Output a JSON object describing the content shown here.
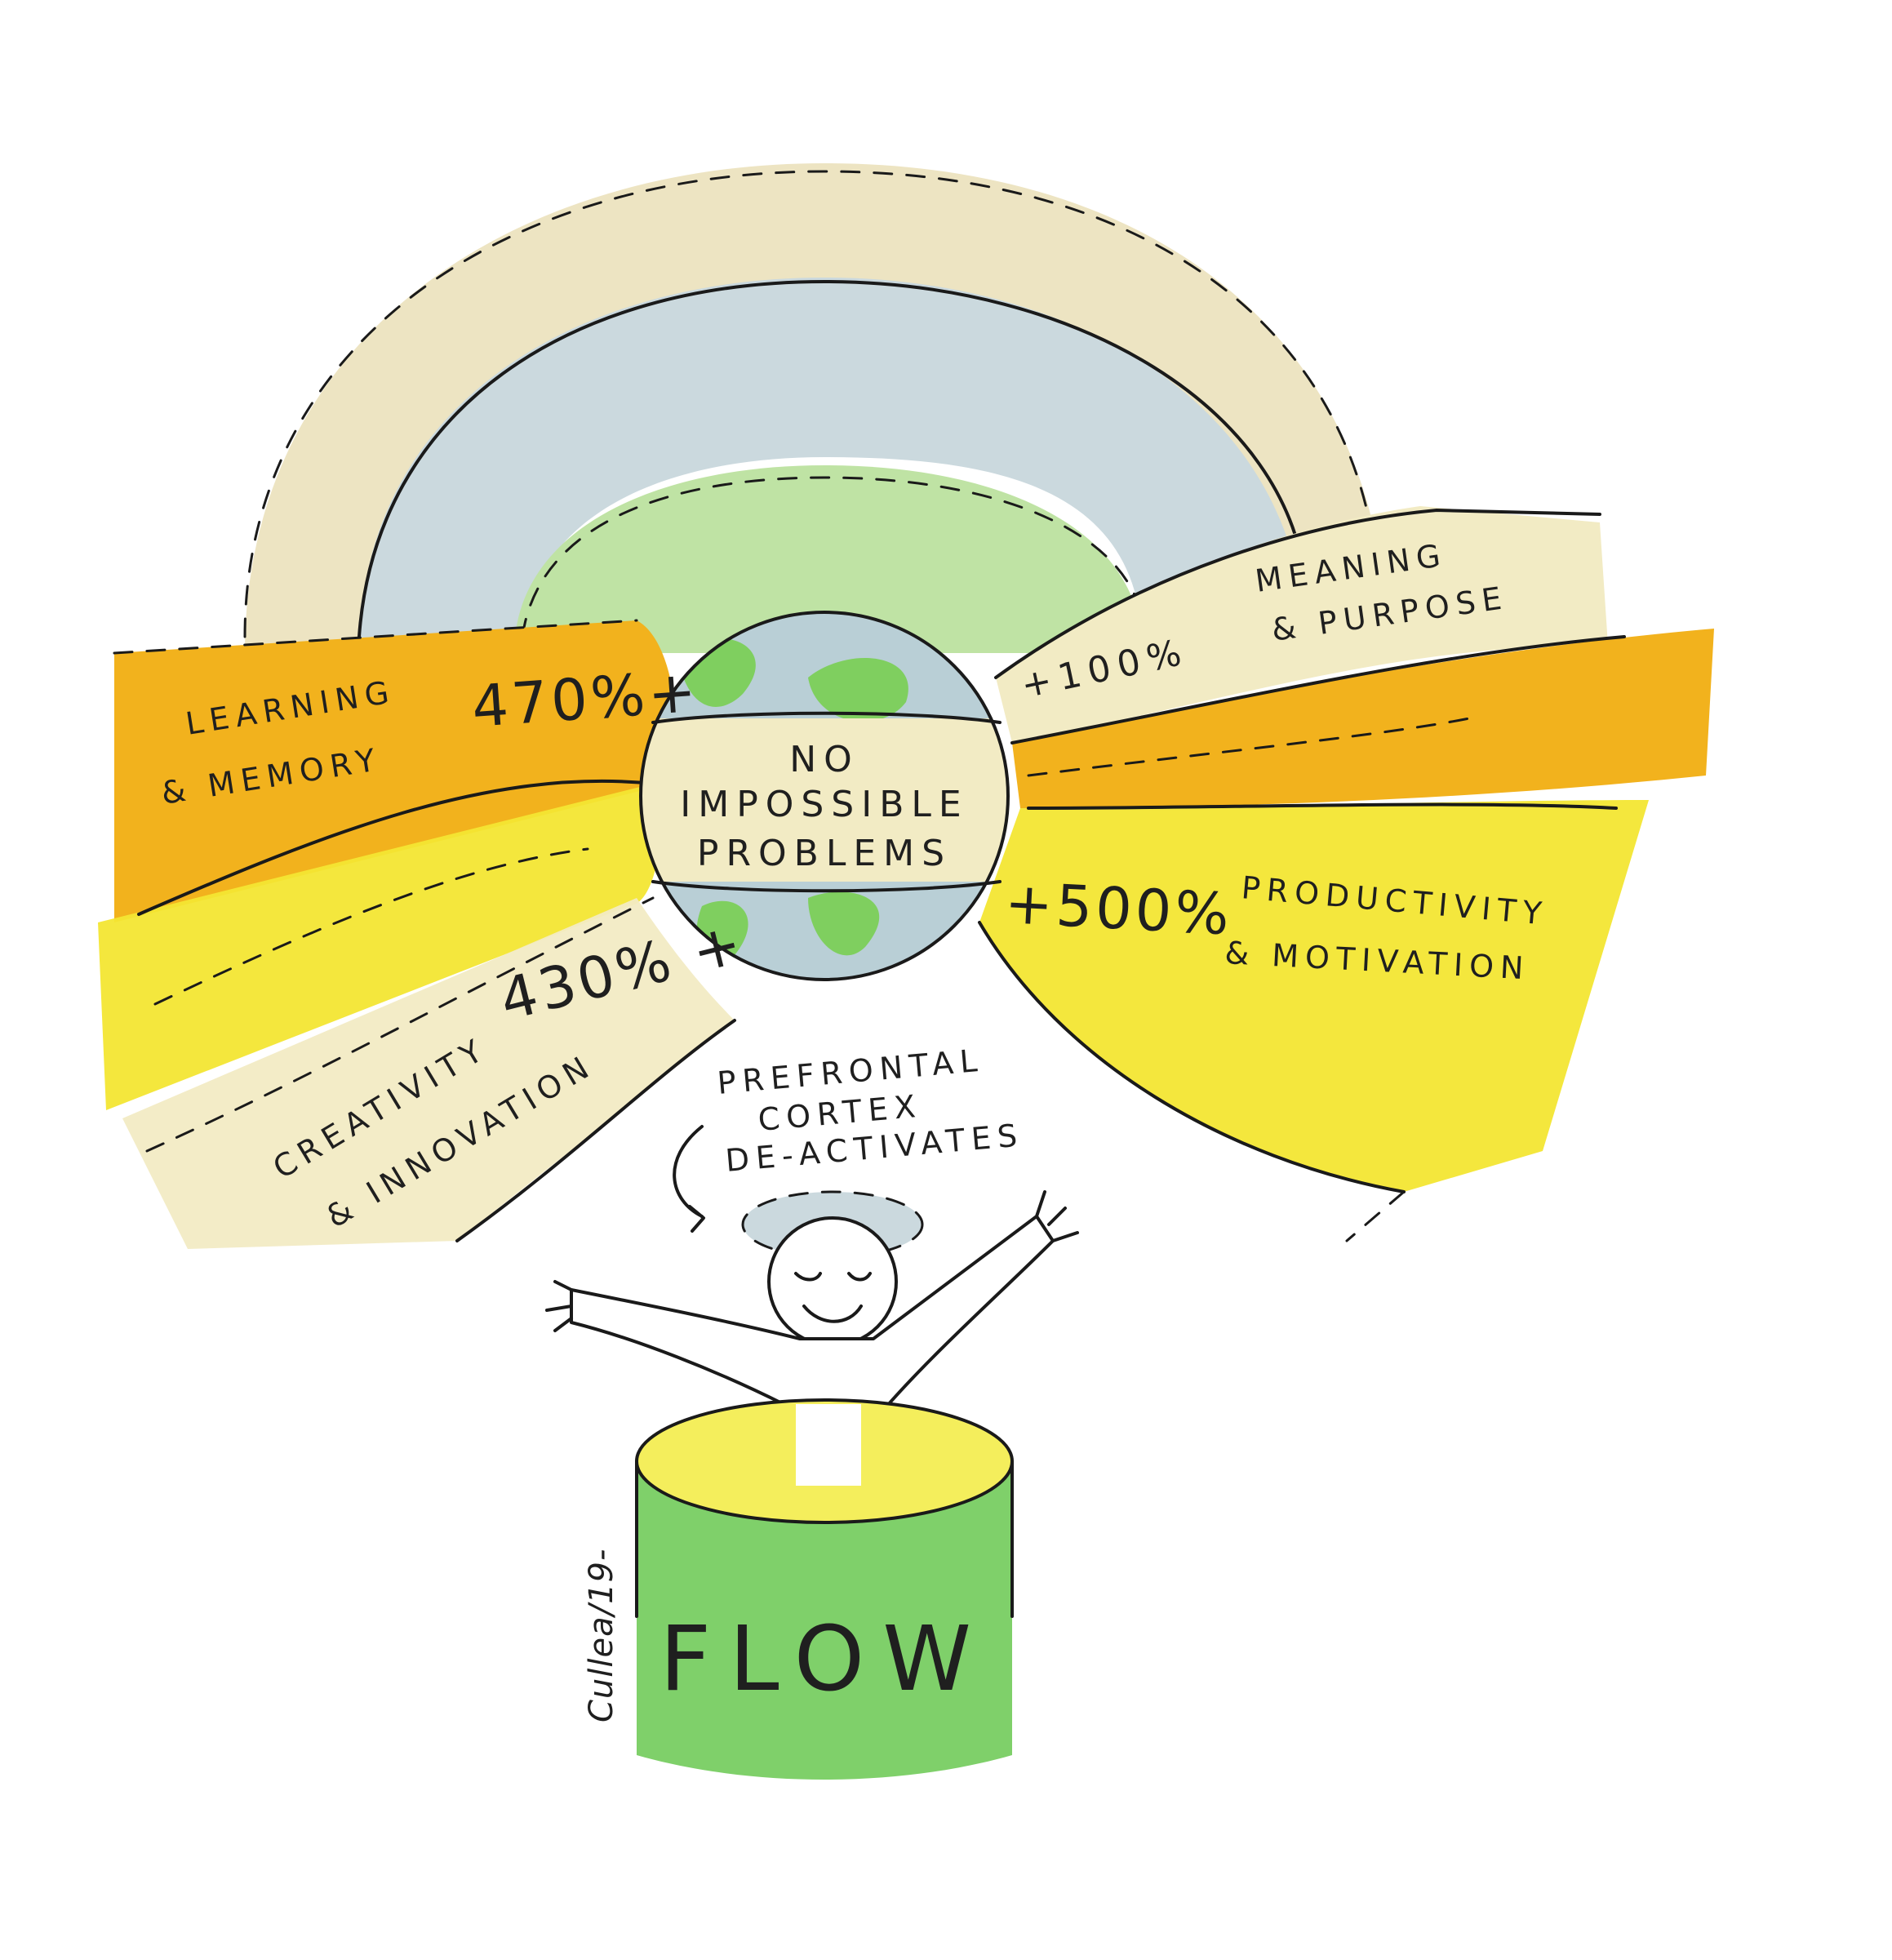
{
  "globe": {
    "line1": "NO",
    "line2": "IMPOSSIBLE",
    "line3": "PROBLEMS"
  },
  "bands": {
    "learning": {
      "label_line1": "LEARNING",
      "label_line2": "& MEMORY",
      "value": "470%+"
    },
    "creativity": {
      "label_line1": "CREATIVITY",
      "label_line2": "& INNOVATION",
      "value": "430% +"
    },
    "meaning": {
      "label_line1": "MEANING",
      "label_line2": "& PURPOSE",
      "value": "+100%"
    },
    "productivity": {
      "label_line1": "PRODUCTIVITY",
      "label_line2": "& MOTIVATION",
      "value": "+500%"
    }
  },
  "annotation": {
    "line1": "PREFRONTAL",
    "line2": "CORTEX",
    "line3": "DE-ACTIVATES"
  },
  "base": {
    "label": "FLOW"
  },
  "signature": "Cullea/19-",
  "colors": {
    "outer_arc": "#ece3bf",
    "middle_arc": "#cbd9de",
    "inner_arc": "#bfe3a4",
    "orange_band": "#f2b21d",
    "yellow_band": "#f3e633",
    "cream_band": "#f2ebc4",
    "ocean": "#b9cfd6",
    "land": "#7fcf5f",
    "flow_green": "#7fd06a",
    "flow_top": "#f4ee5c"
  },
  "icons": {
    "globe": "earth-globe-icon",
    "figure": "happy-person-figure",
    "arrow": "curved-arrow-icon"
  }
}
